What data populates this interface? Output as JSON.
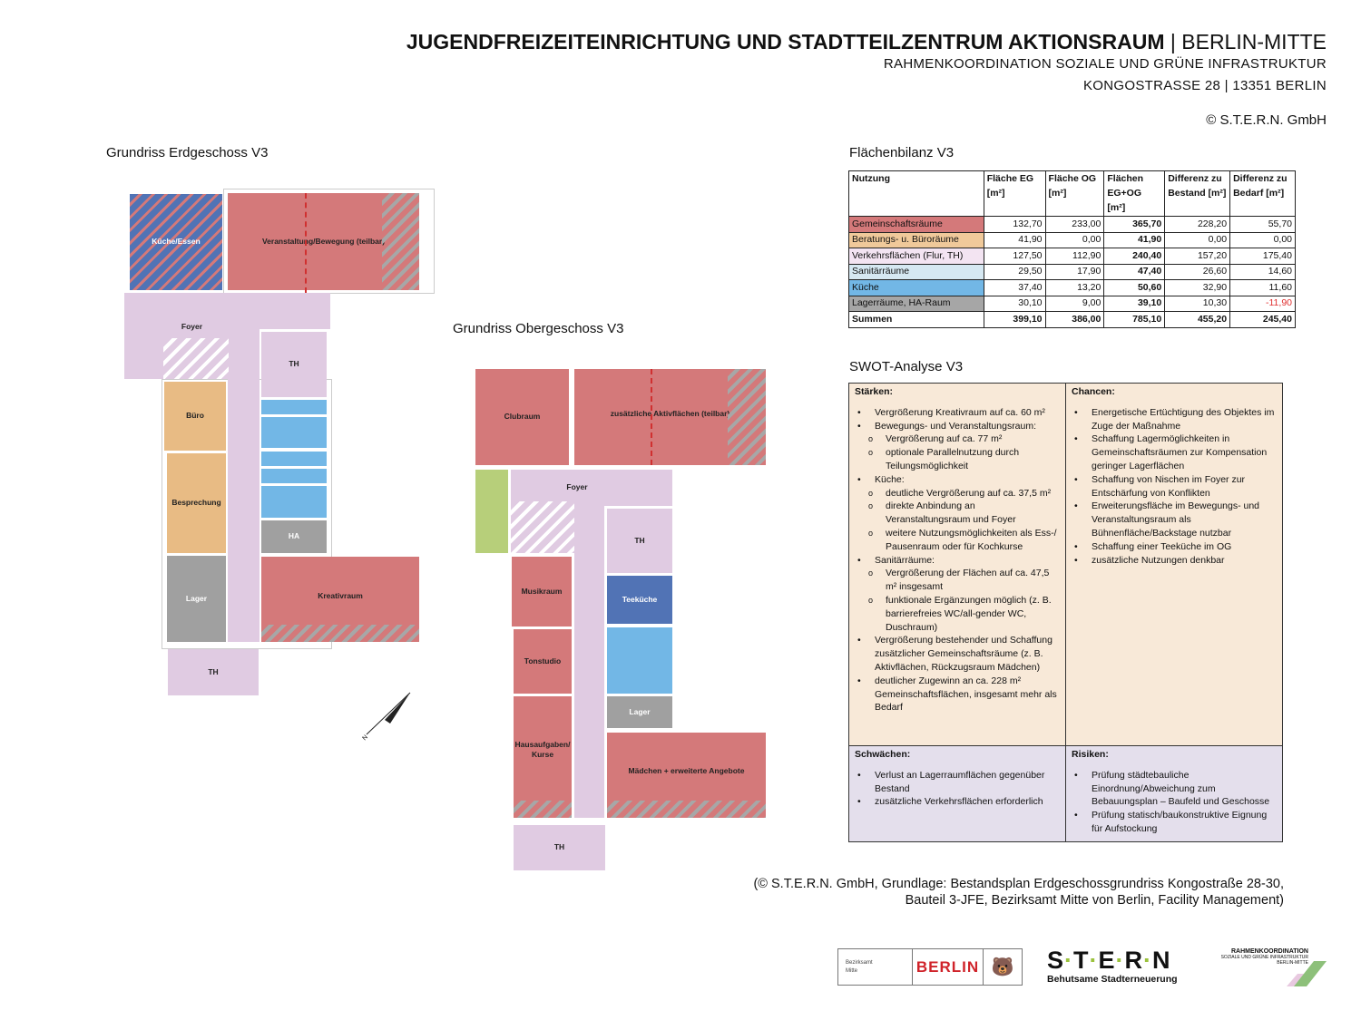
{
  "header": {
    "title_bold": "JUGENDFREIZEITEINRICHTUNG UND STADTTEILZENTRUM AKTIONSRAUM",
    "title_sep": " | ",
    "title_rest": "BERLIN-MITTE",
    "subtitle": "RAHMENKOORDINATION SOZIALE UND GRÜNE INFRASTRUKTUR",
    "address": "KONGOSTRASSE 28 | 13351 BERLIN",
    "copyright": "© S.T.E.R.N. GmbH"
  },
  "eg": {
    "title": "Grundriss Erdgeschoss V3",
    "rooms": {
      "kueche": "Küche/Essen",
      "veranstaltung": "Veranstaltung/Bewegung (teilbar)",
      "foyer": "Foyer",
      "th1": "TH",
      "buero": "Büro",
      "besprechung": "Besprechung",
      "ha": "HA",
      "lager": "Lager",
      "kreativ": "Kreativraum",
      "th2": "TH"
    },
    "north": "N"
  },
  "og": {
    "title": "Grundriss Obergeschoss V3",
    "rooms": {
      "club": "Clubraum",
      "aktiv": "zusätzliche Aktivflächen (teilbar)",
      "foyer": "Foyer",
      "th1": "TH",
      "teekueche": "Teeküche",
      "lager": "Lager",
      "musik": "Musikraum",
      "ton": "Tonstudio",
      "haus": "Hausaufgaben/ Kurse",
      "maedchen": "Mädchen + erweiterte Angebote",
      "th2": "TH"
    }
  },
  "bilanz": {
    "title": "Flächenbilanz V3",
    "headers": [
      "Nutzung",
      "Fläche EG [m²]",
      "Fläche OG [m²]",
      "Flächen EG+OG [m²]",
      "Differenz zu Bestand [m²]",
      "Differenz zu Bedarf [m²]"
    ],
    "rows": [
      {
        "name": "Gemeinschaftsräume",
        "color": "#d4797a",
        "v": [
          "132,70",
          "233,00",
          "365,70",
          "228,20",
          "55,70"
        ]
      },
      {
        "name": "Beratungs- u. Büroräume",
        "color": "#f0c99a",
        "v": [
          "41,90",
          "0,00",
          "41,90",
          "0,00",
          "0,00"
        ]
      },
      {
        "name": "Verkehrsflächen (Flur, TH)",
        "color": "#f3e4f2",
        "v": [
          "127,50",
          "112,90",
          "240,40",
          "157,20",
          "175,40"
        ]
      },
      {
        "name": "Sanitärräume",
        "color": "#d6e8f2",
        "v": [
          "29,50",
          "17,90",
          "47,40",
          "26,60",
          "14,60"
        ]
      },
      {
        "name": "Küche",
        "color": "#72b7e6",
        "v": [
          "37,40",
          "13,20",
          "50,60",
          "32,90",
          "11,60"
        ]
      },
      {
        "name": "Lagerräume, HA-Raum",
        "color": "#a6a6a6",
        "v": [
          "30,10",
          "9,00",
          "39,10",
          "10,30",
          "-11,90"
        ]
      }
    ],
    "sum": {
      "name": "Summen",
      "v": [
        "399,10",
        "386,00",
        "785,10",
        "455,20",
        "245,40"
      ]
    },
    "negative_color": "#e03030"
  },
  "swot": {
    "title": "SWOT-Analyse V3",
    "staerken": {
      "title": "Stärken:",
      "items": [
        {
          "t": "Vergrößerung Kreativraum auf ca. 60 m²",
          "l": 0
        },
        {
          "t": "Bewegungs- und Veranstaltungsraum:",
          "l": 0
        },
        {
          "t": "Vergrößerung auf ca. 77 m²",
          "l": 1
        },
        {
          "t": "optionale Parallelnutzung durch Teilungsmöglichkeit",
          "l": 1
        },
        {
          "t": "Küche:",
          "l": 0
        },
        {
          "t": "deutliche Vergrößerung auf ca. 37,5 m²",
          "l": 1
        },
        {
          "t": "direkte Anbindung an Veranstaltungsraum und Foyer",
          "l": 1
        },
        {
          "t": "weitere Nutzungsmöglichkeiten als Ess-/ Pausenraum oder für Kochkurse",
          "l": 1
        },
        {
          "t": "Sanitärräume:",
          "l": 0
        },
        {
          "t": "Vergrößerung der Flächen auf ca. 47,5 m² insgesamt",
          "l": 1
        },
        {
          "t": "funktionale Ergänzungen möglich (z. B. barrierefreies WC/all-gender WC, Duschraum)",
          "l": 1
        },
        {
          "t": "Vergrößerung bestehender und Schaffung zusätzlicher Gemeinschaftsräume (z. B. Aktivflächen, Rückzugsraum Mädchen)",
          "l": 0
        },
        {
          "t": "deutlicher Zugewinn an ca. 228 m² Gemeinschaftsflächen, insgesamt mehr als Bedarf",
          "l": 0
        }
      ]
    },
    "chancen": {
      "title": "Chancen:",
      "items": [
        {
          "t": "Energetische Ertüchtigung des Objektes im Zuge der Maßnahme",
          "l": 0
        },
        {
          "t": "Schaffung Lagermöglichkeiten in Gemeinschaftsräumen zur Kompensation geringer Lagerflächen",
          "l": 0
        },
        {
          "t": "Schaffung von Nischen im Foyer zur Entschärfung von Konflikten",
          "l": 0
        },
        {
          "t": "Erweiterungsfläche im Bewegungs- und Veranstaltungsraum als Bühnenfläche/Backstage nutzbar",
          "l": 0
        },
        {
          "t": "Schaffung einer Teeküche im OG",
          "l": 0
        },
        {
          "t": "zusätzliche Nutzungen denkbar",
          "l": 0
        }
      ]
    },
    "schwaechen": {
      "title": "Schwächen:",
      "items": [
        {
          "t": "Verlust an Lagerraumflächen gegenüber Bestand",
          "l": 0
        },
        {
          "t": "zusätzliche Verkehrsflächen erforderlich",
          "l": 0
        }
      ]
    },
    "risiken": {
      "title": "Risiken:",
      "items": [
        {
          "t": "Prüfung städtebauliche Einordnung/Abweichung zum Bebauungsplan – Baufeld und Geschosse",
          "l": 0
        },
        {
          "t": "Prüfung statisch/baukonstruktive Eignung für Aufstockung",
          "l": 0
        }
      ]
    }
  },
  "source": {
    "line1": "(© S.T.E.R.N. GmbH, Grundlage: Bestandsplan Erdgeschossgrundriss Kongostraße 28-30,",
    "line2": "Bauteil 3-JFE, Bezirksamt Mitte von Berlin, Facility Management)"
  },
  "logos": {
    "bezirksamt": "Bezirksamt",
    "mitte": "Mitte",
    "berlin": "BERLIN",
    "stern": "S·T·E·R·N",
    "stern_sub": "Behutsame Stadterneuerung",
    "rk1": "RAHMENKOORDINATION",
    "rk2": "SOZIALE UND GRÜNE INFRASTRUKTUR",
    "rk3": "BERLIN-MITTE",
    "berlin_color": "#d0232a",
    "stern_dot_color": "#9bc23c"
  }
}
